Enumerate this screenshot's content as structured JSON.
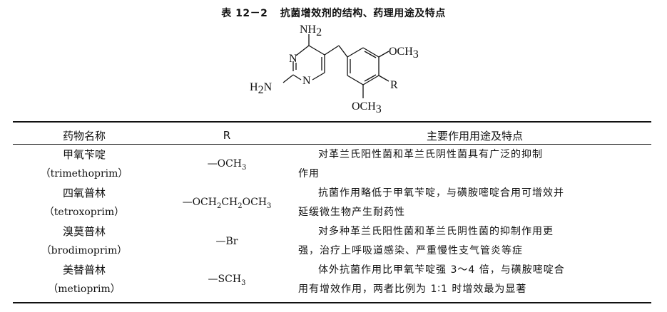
{
  "title": {
    "table_no": "表 12－2",
    "text": "抗菌增效剂的结构、药理用途及特点"
  },
  "structure": {
    "nh2_top": "NH",
    "nh2_top_sub": "2",
    "n_ring_left": "N",
    "n_ring_bottom": "N",
    "h2n_prefix": "H",
    "h2n_sub": "2",
    "h2n_suffix": "N",
    "och3_top": "OCH",
    "och3_top_sub": "3",
    "r_label": "R",
    "och3_bottom": "OCH",
    "och3_bottom_sub": "3"
  },
  "table": {
    "headers": [
      "药物名称",
      "R",
      "主要作用用途及特点"
    ],
    "rows": [
      {
        "name_cn": "甲氧苄啶",
        "name_en": "（trimethoprim）",
        "r_main": "—OCH",
        "r_sub": "3",
        "r_rest": "",
        "r_sub2": "",
        "r_rest2": "",
        "r_sub3": "",
        "use_line1": "对革兰氏阳性菌和革兰氏阴性菌具有广泛的抑制",
        "use_line2": "作用"
      },
      {
        "name_cn": "四氧普林",
        "name_en": "（tetroxoprim）",
        "r_main": "—OCH",
        "r_sub": "2",
        "r_rest": "CH",
        "r_sub2": "2",
        "r_rest2": "OCH",
        "r_sub3": "3",
        "use_line1": "抗菌作用略低于甲氧苄啶，与磺胺嘧啶合用可增效并",
        "use_line2": "延缓微生物产生耐药性"
      },
      {
        "name_cn": "溴莫普林",
        "name_en": "（brodimoprim）",
        "r_main": "—Br",
        "r_sub": "",
        "r_rest": "",
        "r_sub2": "",
        "r_rest2": "",
        "r_sub3": "",
        "use_line1": "对多种革兰氏阳性菌和革兰氏阴性菌的抑制作用更",
        "use_line2": "强，治疗上呼吸道感染、严重慢性支气管炎等症"
      },
      {
        "name_cn": "美替普林",
        "name_en": "（metioprim）",
        "r_main": "—SCH",
        "r_sub": "3",
        "r_rest": "",
        "r_sub2": "",
        "r_rest2": "",
        "r_sub3": "",
        "use_line1": "体外抗菌作用比甲氧苄啶强 3～4 倍，与磺胺嘧啶合",
        "use_line2": "用有增效作用，两者比例为 1∶1 时增效最为显著"
      }
    ]
  }
}
